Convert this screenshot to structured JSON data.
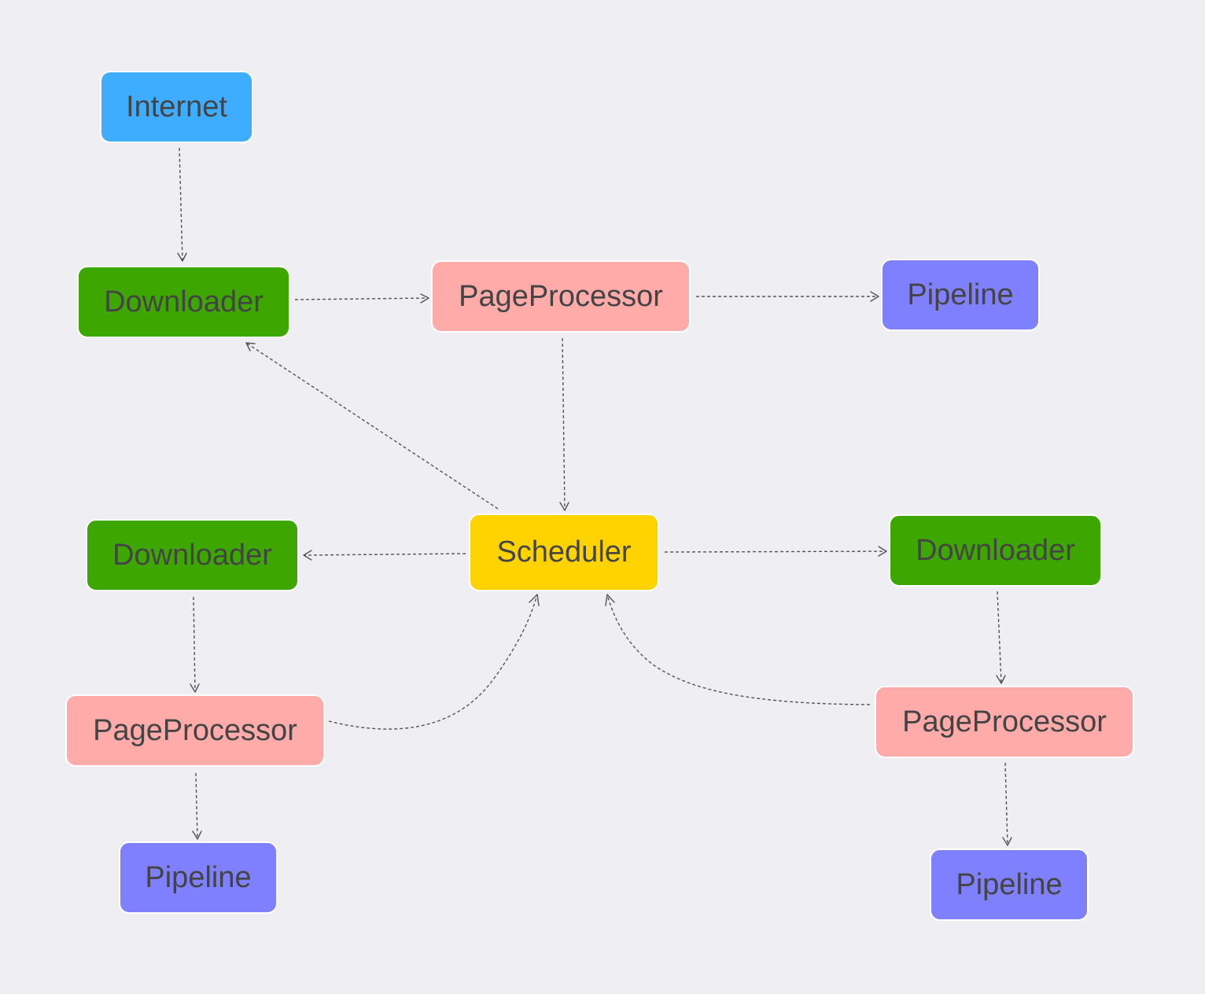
{
  "diagram": {
    "background_color": "#efeef3",
    "label_color": "#444444",
    "edge_color": "#555555",
    "nodes": [
      {
        "id": "internet",
        "label": "Internet",
        "color": "#3fadfd"
      },
      {
        "id": "downloader-top",
        "label": "Downloader",
        "color": "#3da600"
      },
      {
        "id": "pageprocessor-top",
        "label": "PageProcessor",
        "color": "#ffabaa"
      },
      {
        "id": "pipeline-top",
        "label": "Pipeline",
        "color": "#7f80fe"
      },
      {
        "id": "scheduler",
        "label": "Scheduler",
        "color": "#ffd300"
      },
      {
        "id": "downloader-left",
        "label": "Downloader",
        "color": "#3da600"
      },
      {
        "id": "downloader-right",
        "label": "Downloader",
        "color": "#3da600"
      },
      {
        "id": "pageprocessor-left",
        "label": "PageProcessor",
        "color": "#ffabaa"
      },
      {
        "id": "pageprocessor-right",
        "label": "PageProcessor",
        "color": "#ffabaa"
      },
      {
        "id": "pipeline-left",
        "label": "Pipeline",
        "color": "#7f80fe"
      },
      {
        "id": "pipeline-right",
        "label": "Pipeline",
        "color": "#7f80fe"
      }
    ],
    "edges": [
      {
        "from": "internet",
        "to": "downloader-top",
        "style": "dashed"
      },
      {
        "from": "downloader-top",
        "to": "pageprocessor-top",
        "style": "dashed"
      },
      {
        "from": "pageprocessor-top",
        "to": "pipeline-top",
        "style": "dashed"
      },
      {
        "from": "pageprocessor-top",
        "to": "scheduler",
        "style": "dashed"
      },
      {
        "from": "scheduler",
        "to": "downloader-top",
        "style": "dashed"
      },
      {
        "from": "scheduler",
        "to": "downloader-left",
        "style": "dashed"
      },
      {
        "from": "scheduler",
        "to": "downloader-right",
        "style": "dashed"
      },
      {
        "from": "downloader-left",
        "to": "pageprocessor-left",
        "style": "dashed"
      },
      {
        "from": "pageprocessor-left",
        "to": "pipeline-left",
        "style": "dashed"
      },
      {
        "from": "pageprocessor-left",
        "to": "scheduler",
        "style": "dashed-curve"
      },
      {
        "from": "downloader-right",
        "to": "pageprocessor-right",
        "style": "dashed"
      },
      {
        "from": "pageprocessor-right",
        "to": "pipeline-right",
        "style": "dashed"
      },
      {
        "from": "pageprocessor-right",
        "to": "scheduler",
        "style": "dashed-curve"
      }
    ]
  }
}
